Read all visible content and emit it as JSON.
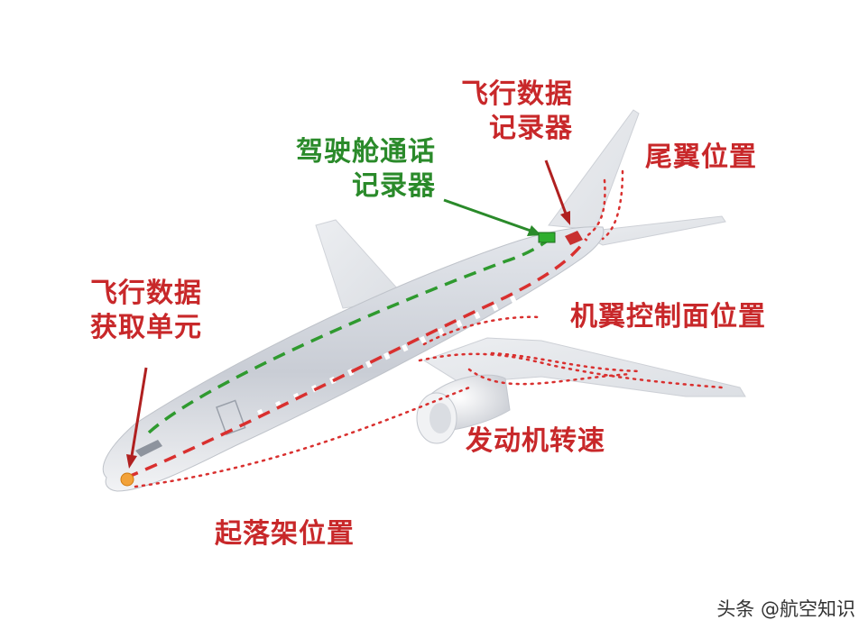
{
  "labels": {
    "fdr_line1": "飞行数据",
    "fdr_line2": "记录器",
    "cvr_line1": "驾驶舱通话",
    "cvr_line2": "记录器",
    "tail": "尾翼位置",
    "fdau_line1": "飞行数据",
    "fdau_line2": "获取单元",
    "control_surface": "机翼控制面位置",
    "engine": "发动机转速",
    "landing_gear": "起落架位置"
  },
  "watermark": "头条 @航空知识",
  "colors": {
    "red": "#c8282a",
    "green": "#2a8a2a",
    "fuselage": "#cfd3da",
    "wing": "#e6e8ec"
  }
}
